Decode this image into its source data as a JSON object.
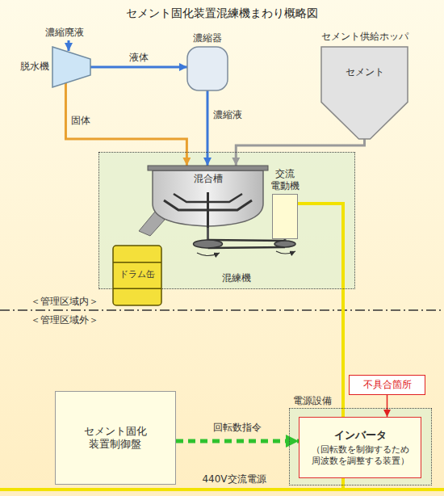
{
  "diagram": {
    "title": "セメント固化装置混練機まわり概略図",
    "nodes": [
      {
        "text": [
          "脱水機"
        ]
      },
      {
        "text": [
          "濃縮器"
        ]
      },
      {
        "text": [
          "セメント供給ホッパ",
          "セメント"
        ]
      },
      {
        "text": [
          "混練機"
        ]
      },
      {
        "text": [
          "混合槽"
        ],
        "in": 3
      },
      {
        "text": [
          "交流 電動機"
        ],
        "in": 3
      },
      {
        "text": [
          "ドラム缶"
        ]
      },
      {
        "text": [
          "セメント固化 装置制御盤"
        ]
      },
      {
        "text": [
          "不具合箇所"
        ]
      },
      {
        "text": [
          "電源設備"
        ]
      },
      {
        "text": [
          "インバータ",
          "（回転数を制御するため周波数を調整する装置）"
        ],
        "in": 9
      }
    ],
    "edges": [
      {
        "from": 0,
        "to": 1,
        "arrow": "to",
        "label": "液体"
      },
      {
        "from": 1,
        "to": 4,
        "arrow": "to",
        "label": "濃縮液"
      },
      {
        "from": 0,
        "to": 4,
        "arrow": "to",
        "label": "固体"
      },
      {
        "from": 2,
        "to": 4,
        "arrow": "to"
      },
      {
        "from": 5,
        "to": 10,
        "arrow": "none"
      },
      {
        "from": 7,
        "to": 10,
        "arrow": "to",
        "label": "回転数指令"
      },
      {
        "from": 8,
        "to": 10,
        "arrow": "to"
      }
    ],
    "labels": [
      "濃縮廃液",
      "＜管理区域内＞",
      "＜管理区域外＞",
      "440V交流電源"
    ]
  }
}
